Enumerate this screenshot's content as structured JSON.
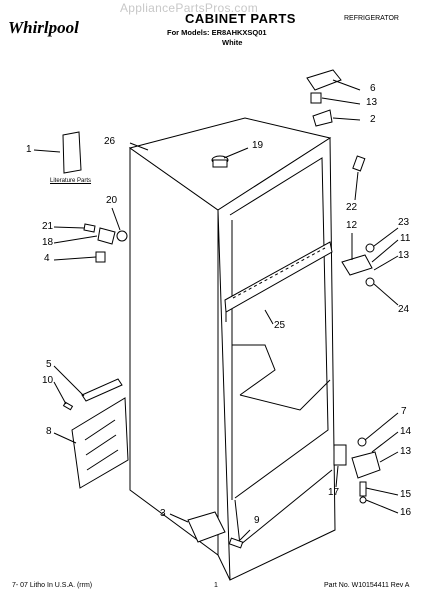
{
  "header": {
    "watermark": "AppliancePartsPros.com",
    "brand": "Whirlpool",
    "title": "CABINET PARTS",
    "models_line": "For Models: ER8AHKXSQ01",
    "color_line": "White",
    "category": "REFRIGERATOR"
  },
  "literature_label": "Literature Parts",
  "callouts": [
    "1",
    "2",
    "3",
    "4",
    "5",
    "6",
    "7",
    "8",
    "9",
    "10",
    "11",
    "12",
    "13",
    "13",
    "13",
    "14",
    "15",
    "16",
    "17",
    "18",
    "19",
    "20",
    "21",
    "22",
    "23",
    "24",
    "25",
    "26"
  ],
  "footer": {
    "left": "7- 07 Litho In U.S.A. (rrm)",
    "center": "1",
    "right": "Part No. W10154411 Rev A"
  }
}
